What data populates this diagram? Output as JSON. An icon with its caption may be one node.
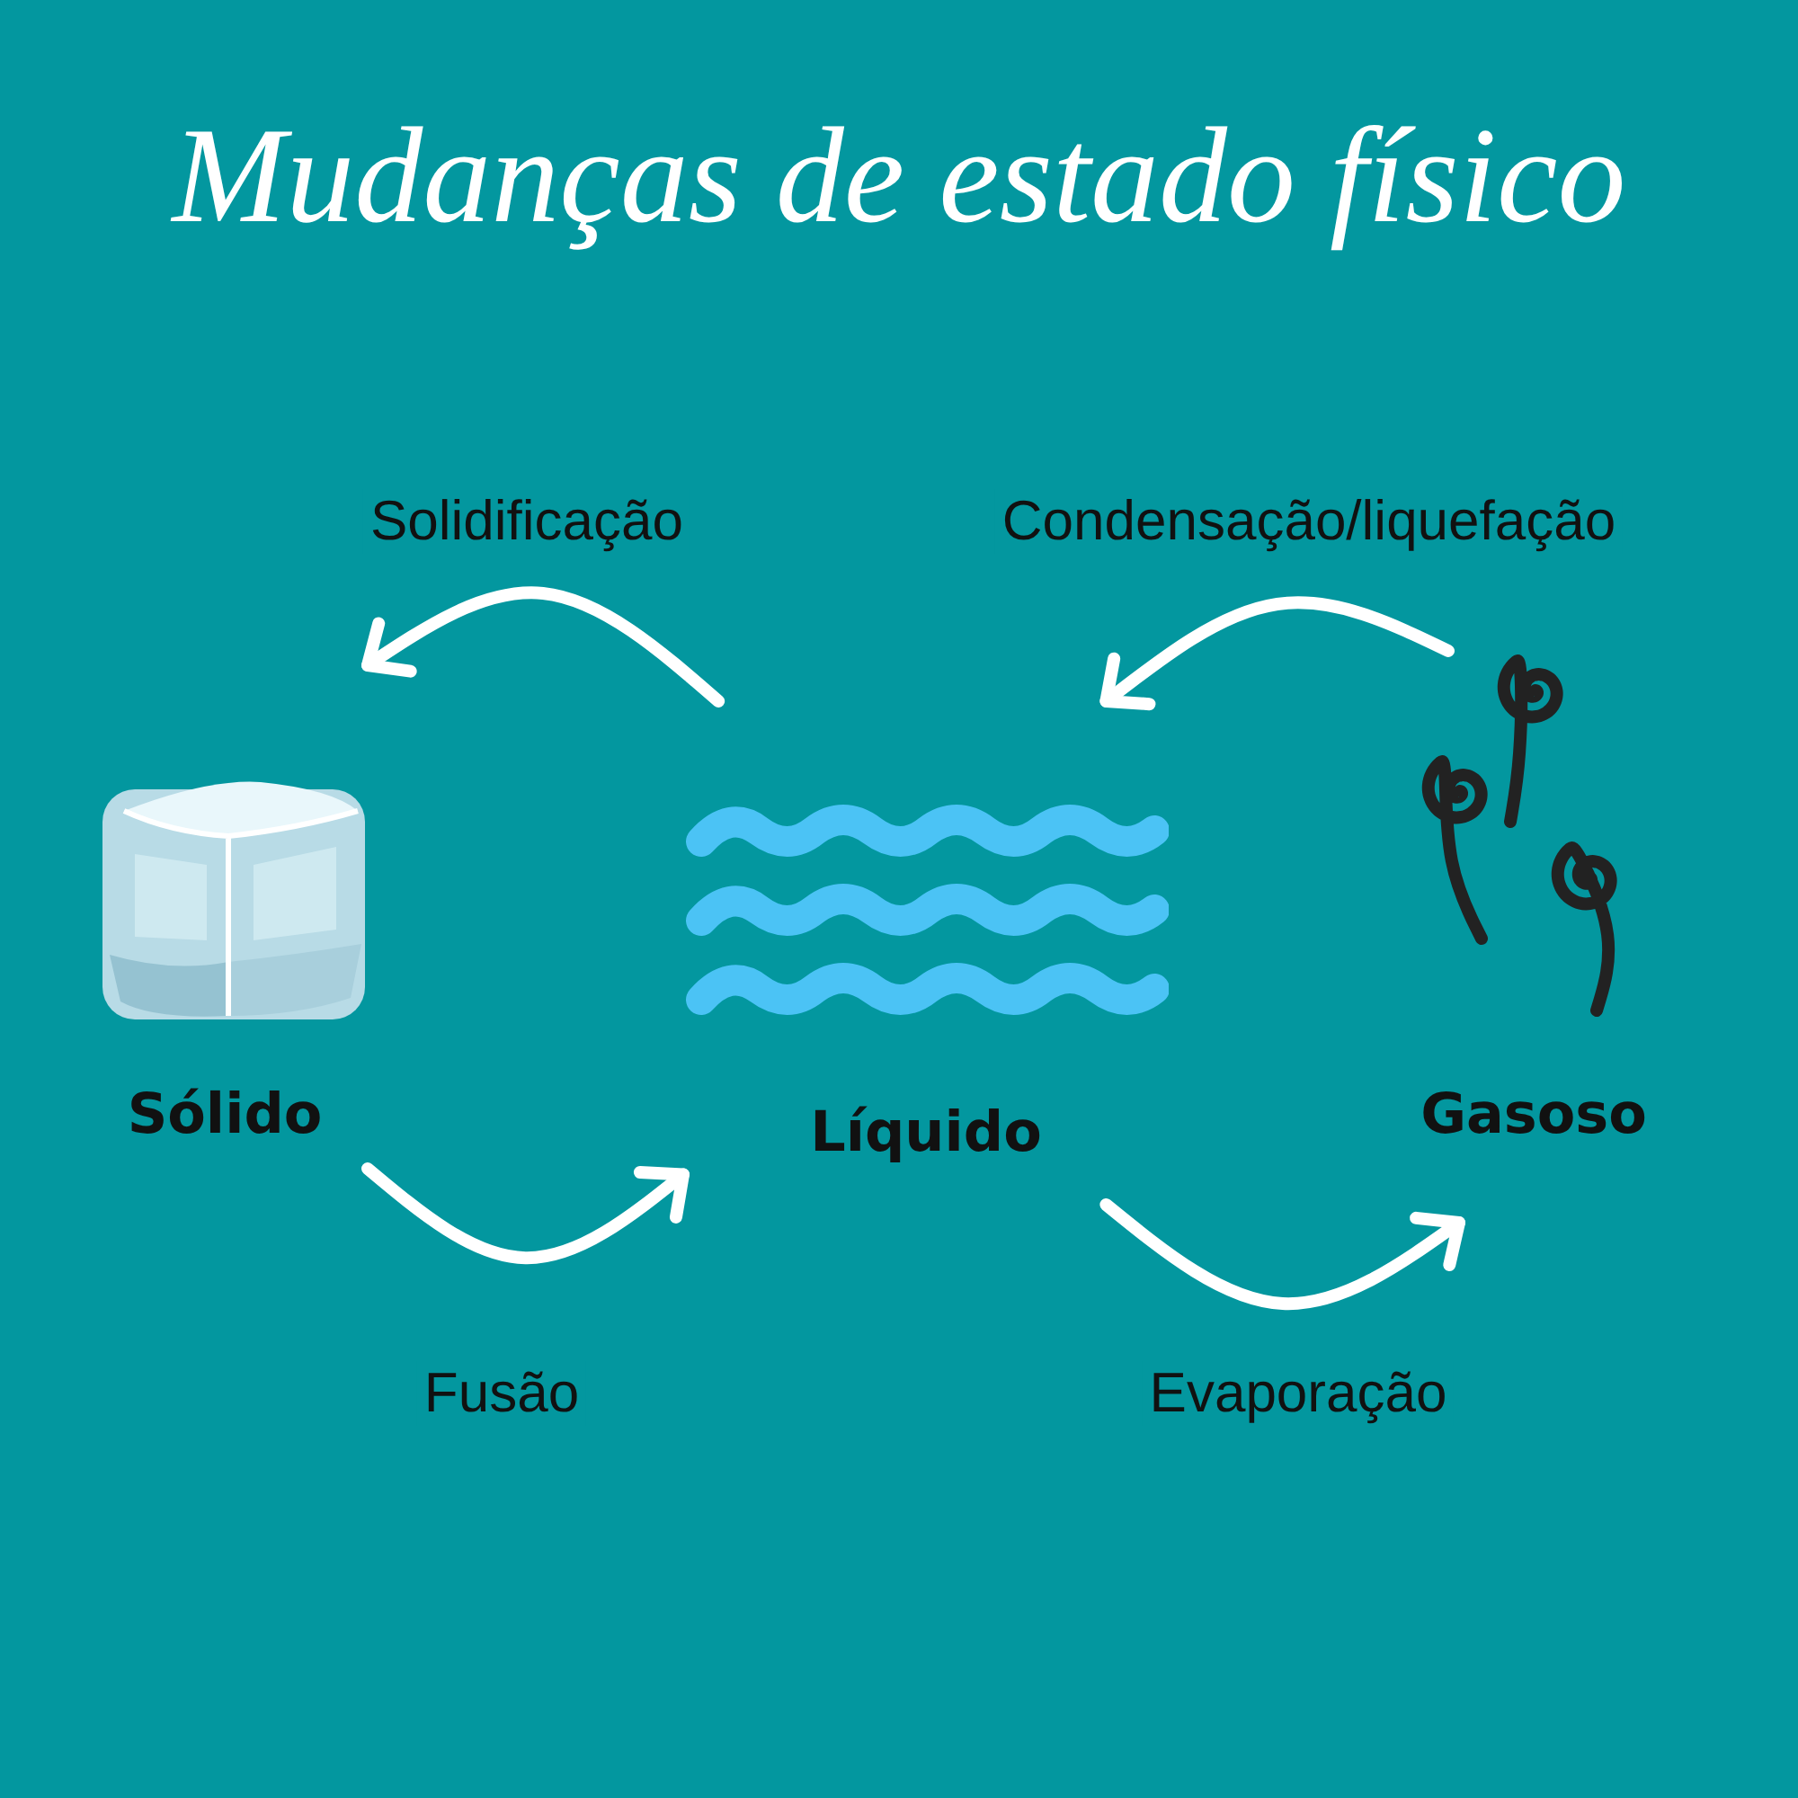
{
  "diagram": {
    "title": "Mudanças de estado físico",
    "nodes": [
      {
        "text": [
          "Sólido"
        ]
      },
      {
        "text": [
          "Líquido"
        ]
      },
      {
        "text": [
          "Gasoso"
        ]
      }
    ],
    "edges": [
      {
        "from": 1,
        "to": 0,
        "arrow": "to",
        "label": "Solidificação"
      },
      {
        "from": 0,
        "to": 1,
        "arrow": "to",
        "label": "Fusão"
      },
      {
        "from": 2,
        "to": 1,
        "arrow": "to",
        "label": "Condensação/liquefação"
      },
      {
        "from": 1,
        "to": 2,
        "arrow": "to",
        "label": "Evaporação"
      }
    ]
  }
}
